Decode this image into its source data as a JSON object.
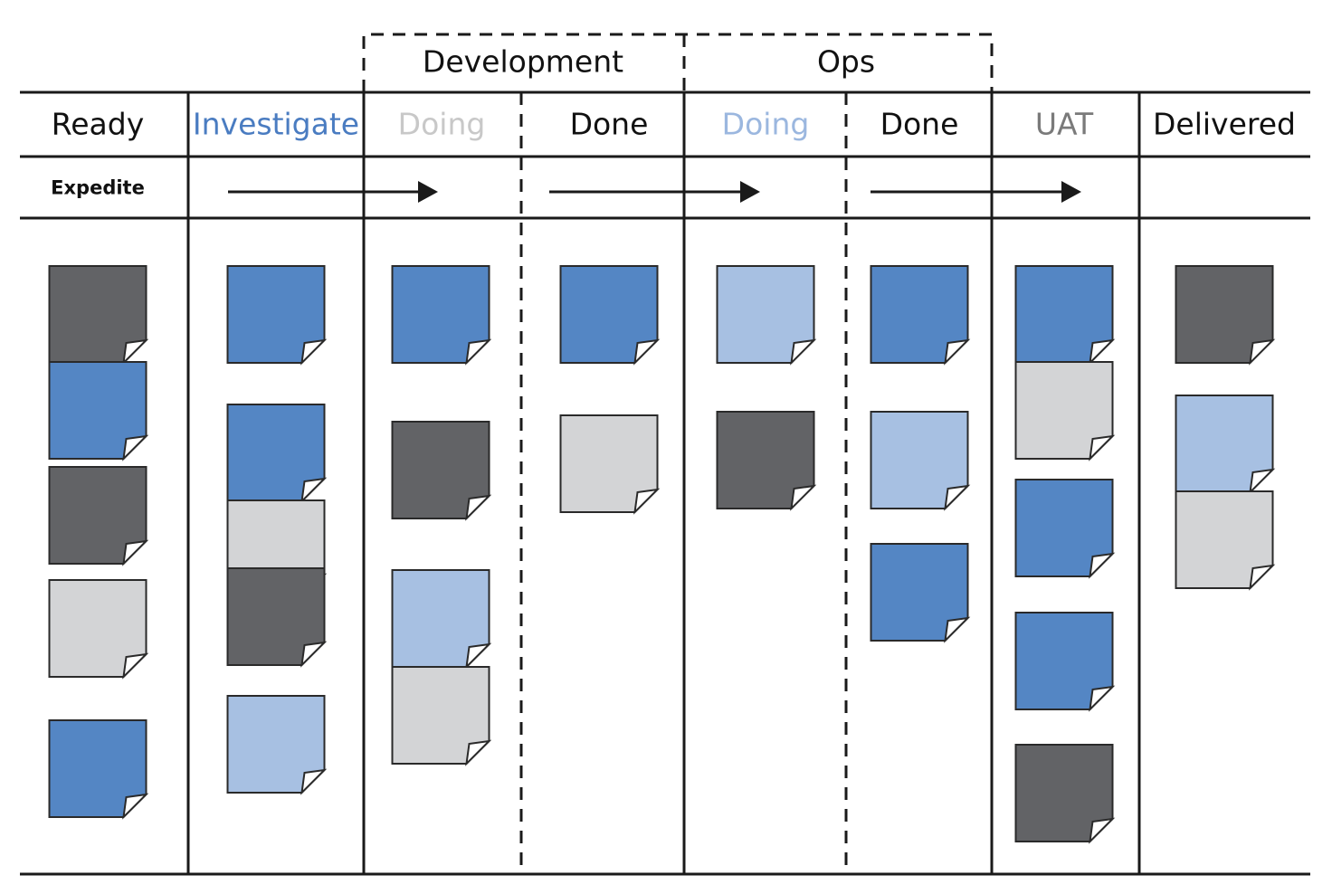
{
  "colors": {
    "line": "#1a1a1a",
    "card_blue": "#5486c4",
    "card_light_blue": "#a7c0e2",
    "card_dark": "#626366",
    "card_light_gray": "#d3d4d6",
    "text_dark": "#111111",
    "text_blue": "#4a7cc1",
    "text_light_blue": "#9bb7df",
    "text_faint_gray": "#c8c8c8",
    "text_gray": "#7a7a7a"
  },
  "groups": [
    {
      "id": "development",
      "label": "Development"
    },
    {
      "id": "ops",
      "label": "Ops"
    }
  ],
  "columns": [
    {
      "id": "ready",
      "label": "Ready",
      "color_key": "text_dark",
      "group": null
    },
    {
      "id": "investigate",
      "label": "Investigate",
      "color_key": "text_blue",
      "group": null
    },
    {
      "id": "dev-doing",
      "label": "Doing",
      "color_key": "text_faint_gray",
      "group": "development"
    },
    {
      "id": "dev-done",
      "label": "Done",
      "color_key": "text_dark",
      "group": "development"
    },
    {
      "id": "ops-doing",
      "label": "Doing",
      "color_key": "text_light_blue",
      "group": "ops"
    },
    {
      "id": "ops-done",
      "label": "Done",
      "color_key": "text_dark",
      "group": "ops"
    },
    {
      "id": "uat",
      "label": "UAT",
      "color_key": "text_gray",
      "group": null
    },
    {
      "id": "delivered",
      "label": "Delivered",
      "color_key": "text_dark",
      "group": null
    }
  ],
  "expedite_label": "Expedite",
  "card_icon": "sticky-note-icon",
  "arrow_icon": "arrow-right-icon",
  "cards": {
    "ready": [
      "dark",
      "blue",
      "dark",
      "light_gray",
      "blue"
    ],
    "investigate": [
      "blue",
      "blue",
      "light_gray",
      "dark",
      "light_blue"
    ],
    "dev-doing": [
      "blue",
      "dark",
      "light_blue",
      "light_gray"
    ],
    "dev-done": [
      "blue",
      "light_gray"
    ],
    "ops-doing": [
      "light_blue",
      "dark"
    ],
    "ops-done": [
      "blue",
      "light_blue",
      "blue"
    ],
    "uat": [
      "blue",
      "light_gray",
      "blue",
      "blue",
      "dark"
    ],
    "delivered": [
      "dark",
      "light_blue",
      "light_gray"
    ]
  }
}
